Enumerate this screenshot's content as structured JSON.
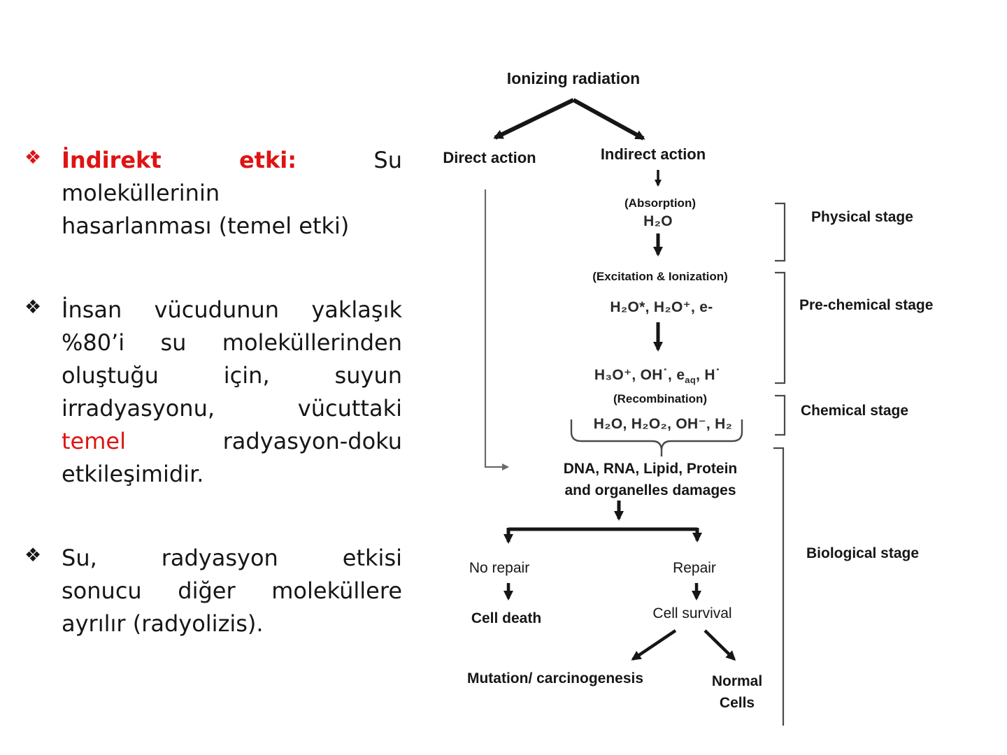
{
  "colors": {
    "accent_red": "#df1313",
    "text": "#161616",
    "line": "#4a4a4a"
  },
  "slide": {
    "bullets": [
      {
        "marker": "❖",
        "lines": [
          {
            "segments": [
              {
                "text": "İndirekt etki:",
                "color": "#df1313",
                "bold": true
              },
              {
                "text": "Su",
                "color": "#161616"
              }
            ]
          },
          {
            "segments": [
              {
                "text": "moleküllerinin",
                "color": "#161616"
              }
            ]
          },
          {
            "segments": [
              {
                "text": "hasarlanması (temel etki)",
                "color": "#161616"
              }
            ]
          }
        ]
      },
      {
        "marker": "❖",
        "lines": [
          {
            "segments": [
              {
                "text": "İnsan vücudunun yaklaşık",
                "color": "#161616"
              }
            ]
          },
          {
            "segments": [
              {
                "text": "%80’i su moleküllerinden",
                "color": "#161616"
              }
            ]
          },
          {
            "segments": [
              {
                "text": "oluştuğu için, suyun",
                "color": "#161616"
              }
            ]
          },
          {
            "segments": [
              {
                "text": "irradyasyonu, vücuttaki",
                "color": "#161616"
              }
            ]
          },
          {
            "segments": [
              {
                "text": "temel",
                "color": "#df1313"
              },
              {
                "text": "radyasyon-doku",
                "color": "#161616"
              }
            ]
          },
          {
            "segments": [
              {
                "text": "etkileşimidir.",
                "color": "#161616"
              }
            ]
          }
        ]
      },
      {
        "marker": "❖",
        "lines": [
          {
            "segments": [
              {
                "text": "Su, radyasyon etkisi",
                "color": "#161616"
              }
            ]
          },
          {
            "segments": [
              {
                "text": "sonucu diğer moleküllere",
                "color": "#161616"
              }
            ]
          },
          {
            "segments": [
              {
                "text": "ayrılır (radyolizis).",
                "color": "#161616"
              }
            ]
          }
        ]
      }
    ]
  },
  "diagram": {
    "nodes": {
      "ionizing": "Ionizing radiation",
      "direct": "Direct action",
      "indirect": "Indirect action",
      "absorption": "(Absorption)",
      "absorption_formula": "H₂O",
      "excitation": "(Excitation & Ionization)",
      "excitation_formula": "H₂O*, H₂O⁺, e-",
      "radicals_pre": "H₃O⁺, OH˙, e",
      "radicals_sub": "aq",
      "radicals_post": ", H˙",
      "recombination": "(Recombination)",
      "recombination_formula": "H₂O, H₂O₂, OH⁻, H₂",
      "damages_line1": "DNA, RNA, Lipid, Protein",
      "damages_line2": "and organelles damages",
      "no_repair": "No repair",
      "cell_death": "Cell death",
      "repair": "Repair",
      "cell_survival": "Cell survival",
      "mutation": "Mutation/ carcinogenesis",
      "normal_line1": "Normal",
      "normal_line2": "Cells"
    },
    "stages": [
      {
        "label": "Physical stage"
      },
      {
        "label": "Pre-chemical stage"
      },
      {
        "label": "Chemical stage"
      },
      {
        "label": "Biological stage"
      }
    ]
  }
}
